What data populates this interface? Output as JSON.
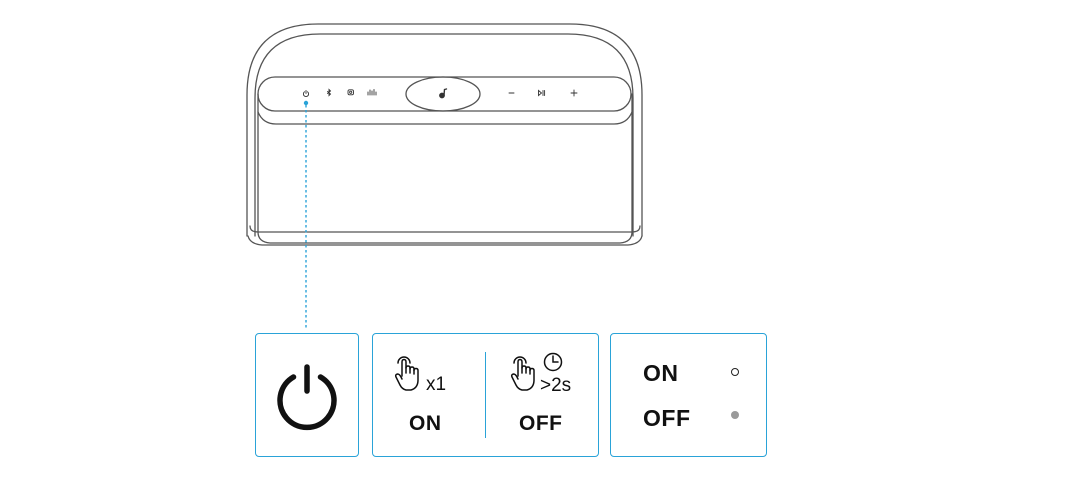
{
  "speaker": {
    "buttons": [
      "power-icon",
      "bluetooth-icon",
      "partyplus-icon",
      "eq-icon",
      "soundcore-logo",
      "minus-icon",
      "play-pause-icon",
      "plus-icon"
    ]
  },
  "panel_gesture": {
    "press_once_count": "x1",
    "press_once_result": "ON",
    "press_hold_duration": ">2s",
    "press_hold_result": "OFF"
  },
  "panel_indicator": {
    "on_label": "ON",
    "off_label": "OFF",
    "on_light": "unlit",
    "off_light": "grey"
  },
  "colors": {
    "accent": "#2aa3d8",
    "line": "#555555",
    "off_dot": "#9a9a9a"
  }
}
